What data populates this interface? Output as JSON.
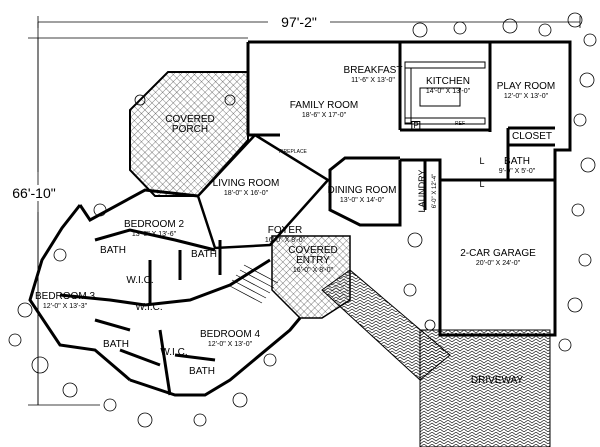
{
  "overall": {
    "width": "97'-2\"",
    "depth": "66'-10\""
  },
  "rooms": {
    "breakfast": {
      "name": "BREAKFAST",
      "dim": "11'-6\" X 13'-0\""
    },
    "kitchen": {
      "name": "KITCHEN",
      "dim": "14'-0\" X 13'-0\""
    },
    "play_room": {
      "name": "PLAY ROOM",
      "dim": "12'-0\" X 13'-0\""
    },
    "family_room": {
      "name": "FAMILY ROOM",
      "dim": "18'-6\" X 17'-0\""
    },
    "covered_porch": {
      "name1": "COVERED",
      "name2": "PORCH"
    },
    "closet": {
      "name": "CLOSET"
    },
    "bath_upper_right": {
      "name": "BATH",
      "dim": "9'-0\" X 5'-0\""
    },
    "living_room": {
      "name": "LIVING ROOM",
      "dim": "18'-0\" X 16'-0\""
    },
    "fireplace": {
      "name": "FIREPLACE"
    },
    "dining_room": {
      "name": "DINING ROOM",
      "dim": "13'-0\" X 14'-0\""
    },
    "laundry": {
      "name": "LAUNDRY",
      "dim": "6'-0\" X 12'-4\""
    },
    "bedroom2": {
      "name": "BEDROOM 2",
      "dim": "13'-0\" X 13'-6\""
    },
    "foyer": {
      "name": "FOYER",
      "dim": "16'-0\" X 8'-0\""
    },
    "covered_entry": {
      "name1": "COVERED",
      "name2": "ENTRY",
      "dim": "16'-0\" X 8'-0\""
    },
    "garage": {
      "name": "2-CAR GARAGE",
      "dim": "20'-0\" X 24'-0\""
    },
    "bath_left": {
      "name": "BATH"
    },
    "bath_center": {
      "name": "BATH"
    },
    "wic_left": {
      "name": "W.I.C."
    },
    "bedroom3": {
      "name": "BEDROOM 3",
      "dim": "12'-0\" X 13'-3\""
    },
    "wic_mid": {
      "name": "W.I.C."
    },
    "bedroom4": {
      "name": "BEDROOM 4",
      "dim": "12'-0\" X 13'-0\""
    },
    "bath_b3": {
      "name": "BATH"
    },
    "wic_low": {
      "name": "W.I.C."
    },
    "bath_b4": {
      "name": "BATH"
    },
    "driveway": {
      "name": "DRIVEWAY"
    }
  },
  "fixtures": {
    "pantry": "P",
    "ref": "REF",
    "linen": "L"
  }
}
